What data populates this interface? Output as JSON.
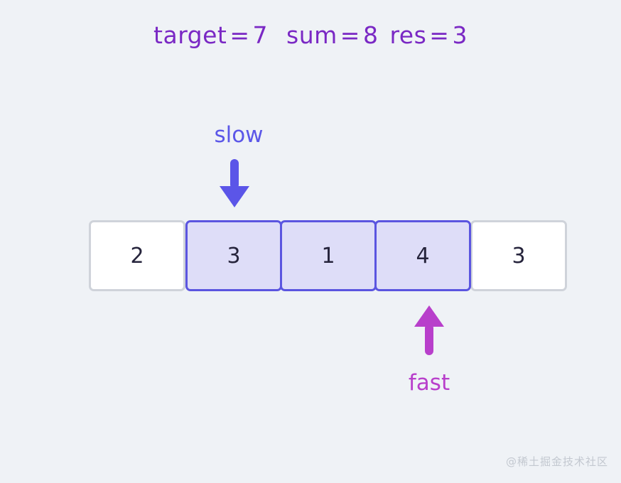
{
  "background_color": "#eff2f6",
  "header": {
    "accent_color": "#7a28c4",
    "items": [
      {
        "name": "target",
        "eq": "=",
        "value": "7"
      },
      {
        "name": "sum",
        "eq": "=",
        "value": "8"
      },
      {
        "name": "res",
        "eq": "=",
        "value": "3"
      }
    ],
    "full_text": "target = 7   sum = 8   res = 3"
  },
  "pointers": {
    "slow": {
      "label": "slow",
      "color": "#5b57e8",
      "direction": "down",
      "target_index": 1
    },
    "fast": {
      "label": "fast",
      "color": "#b83fcb",
      "direction": "up",
      "target_index": 3
    }
  },
  "array": {
    "active_fill": "#deddf8",
    "active_border": "#5b55e0",
    "plain_fill": "#ffffff",
    "plain_border": "#cfd3da",
    "value_color": "#26243c",
    "cells": [
      {
        "value": "2",
        "state": "plain"
      },
      {
        "value": "3",
        "state": "active"
      },
      {
        "value": "1",
        "state": "active"
      },
      {
        "value": "4",
        "state": "active"
      },
      {
        "value": "3",
        "state": "plain"
      }
    ]
  },
  "watermark": {
    "text": "@稀土掘金技术社区",
    "color": "#c3c8d0"
  }
}
